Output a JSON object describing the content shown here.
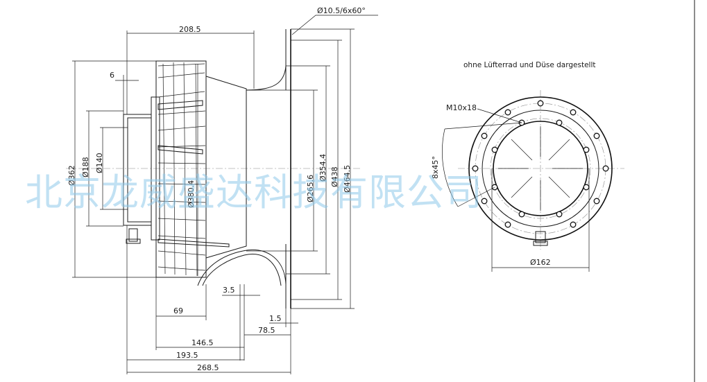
{
  "note": "ohne Lüfterrad und Düse dargestellt",
  "watermark": "北京龙威盛达科技有限公司",
  "dims": {
    "d_208_5": "208.5",
    "d_holes": "Ø10.5/6x60°",
    "d_6": "6",
    "d_362": "Ø362",
    "d_188": "Ø188",
    "d_140": "Ø140",
    "d_380_4": "Ø380.4",
    "d_265_6": "Ø265.6",
    "d_354_4": "Ø354.4",
    "d_438": "Ø438",
    "d_464_5": "Ø464.5",
    "d_3_5": "3.5",
    "d_69": "69",
    "d_1_5": "1.5",
    "d_78_5": "78.5",
    "d_146_5": "146.5",
    "d_193_5": "193.5",
    "d_268_5": "268.5",
    "d_m10": "M10x18",
    "d_8x45": "8x45°",
    "d_162": "Ø162"
  }
}
